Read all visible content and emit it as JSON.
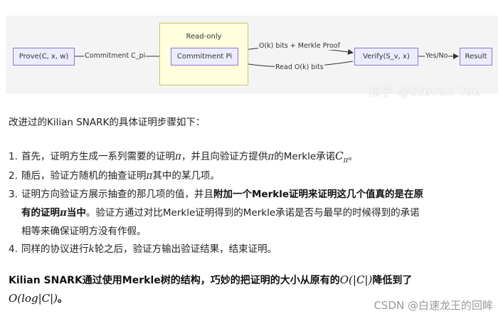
{
  "diagram": {
    "subgraph_title": "Read-only",
    "nodes": {
      "prove": "Prove(C, x, w)",
      "commitment": "Commitment Pi",
      "verify": "Verify(S_v, x)",
      "result": "Result"
    },
    "edges": {
      "commit": "Commitment C_pi",
      "bits_proof": "O(k) bits + Merkle Proof",
      "read": "Read O(k) bits",
      "yes_no": "Yes/No"
    },
    "watermark": "知乎 @Steven Yue"
  },
  "intro": "改进过的Kilian SNARK的具体证明步骤如下：",
  "steps": [
    {
      "num": "1.",
      "a": "首先，证明方生成一系列需要的证明",
      "pi1": "π",
      "b": "，并且向验证方提供",
      "pi2": "π",
      "c": "的Merkle承诺",
      "cvar": "C",
      "csub": "π",
      "d": "。"
    },
    {
      "num": "2.",
      "a": "随后，验证方随机的抽查证明",
      "pi": "π",
      "b": "其中的某几项。"
    },
    {
      "num": "3.",
      "a": "证明方向验证方展示抽查的那几项的值，并且",
      "bold1": "附加一个Merkle证明来证明这几个值真的是在原",
      "bold2a": "有的证明",
      "pi": "π",
      "bold2b": "当中",
      "c": "。验证方通过对比Merkle证明得到的Merkle承诺是否与最早的时候得到的承诺",
      "d": "相等来确保证明方没有作假。"
    },
    {
      "num": "4.",
      "a": "同样的协议进行",
      "k": "k",
      "b": "轮之后，验证方输出验证结果，结束证明。"
    }
  ],
  "summary": {
    "a": "Kilian SNARK通过使用Merkle树的结构，巧妙的把证明的大小从原有的",
    "big_o1": "O(|C|)",
    "b": "降低到了",
    "big_o2": "O(log|C|)",
    "c": "。"
  },
  "footer_watermark": "CSDN @白速龙王的回眸"
}
